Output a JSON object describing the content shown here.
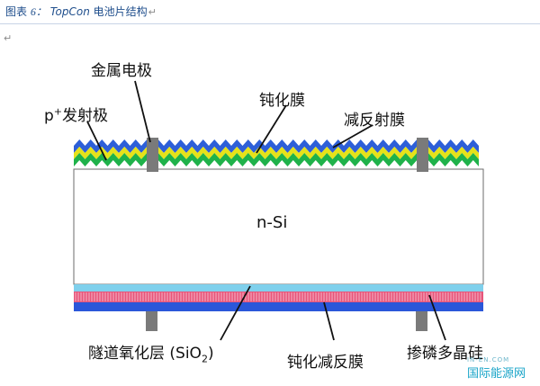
{
  "caption": {
    "prefix": "图表",
    "number": "6：",
    "brand": "TopCon",
    "suffix": "电池片结构",
    "return_mark": "↵"
  },
  "labels": {
    "p_emitter_base": "p",
    "p_emitter_sup": "+",
    "p_emitter_text": "发射极",
    "metal_electrode": "金属电极",
    "passivation_film": "钝化膜",
    "antireflection_film": "减反射膜",
    "substrate": "n-Si",
    "tunnel_oxide": "隧道氧化层 (SiO",
    "tunnel_oxide_sub": "2",
    "tunnel_oxide_end": ")",
    "passivation_antireflection": "钝化减反膜",
    "phosphorus_poly": "掺磷多晶硅"
  },
  "watermark": {
    "text": "国际能源网",
    "sub": "IN-EN.COM"
  },
  "colors": {
    "caption": "#1f4e8c",
    "zigzag_blue": "#2d5fd8",
    "zigzag_yellow": "#e6e21a",
    "zigzag_green": "#1fb24a",
    "electrode": "#7a7a7a",
    "cyan_layer": "#7fd0ec",
    "pink_layer": "#e7557a",
    "blue_layer": "#2b57d9"
  }
}
